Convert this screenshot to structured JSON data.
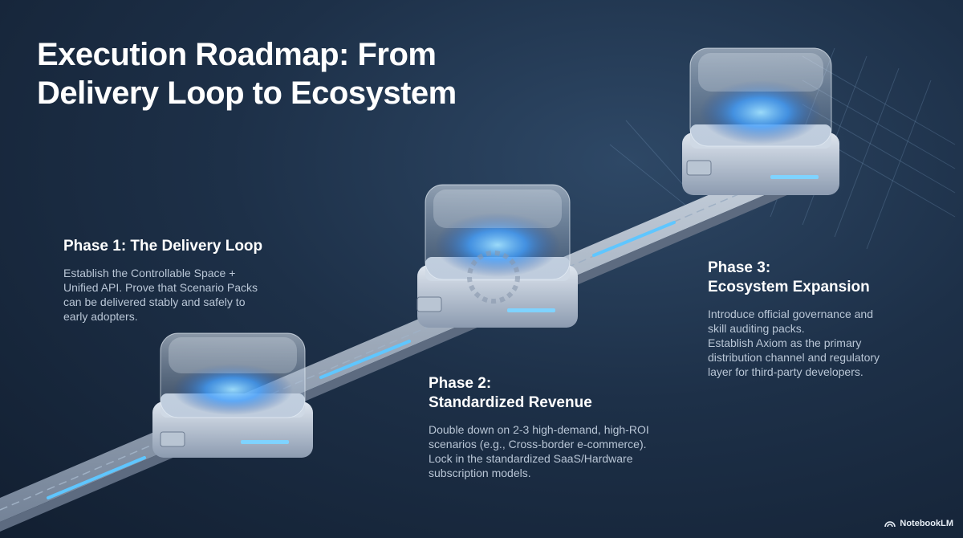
{
  "title": "Execution Roadmap: From Delivery Loop to Ecosystem",
  "phases": [
    {
      "title_lines": [
        "Phase 1: The Delivery Loop"
      ],
      "description_lines": [
        "Establish the Controllable Space +",
        "Unified API. Prove that Scenario Packs",
        "can be delivered stably and safely to",
        "early adopters."
      ]
    },
    {
      "title_lines": [
        "Phase 2:",
        "Standardized Revenue"
      ],
      "description_lines": [
        "Double down on 2-3 high-demand, high-ROI",
        "scenarios (e.g., Cross-border e-commerce).",
        "Lock in the standardized SaaS/Hardware",
        "subscription models."
      ]
    },
    {
      "title_lines": [
        "Phase 3:",
        "Ecosystem Expansion"
      ],
      "description_lines": [
        "Introduce official governance and",
        "skill auditing packs.",
        "Establish Axiom as the primary",
        "distribution channel and regulatory",
        "layer for third-party developers."
      ]
    }
  ],
  "brand": {
    "label": "NotebookLM",
    "icon": "notebooklm-logo-icon"
  },
  "colors": {
    "background": "#1d3048",
    "glow": "#4aa8ff",
    "rail": "#c9d3df",
    "text_secondary": "#b9c6d6"
  }
}
